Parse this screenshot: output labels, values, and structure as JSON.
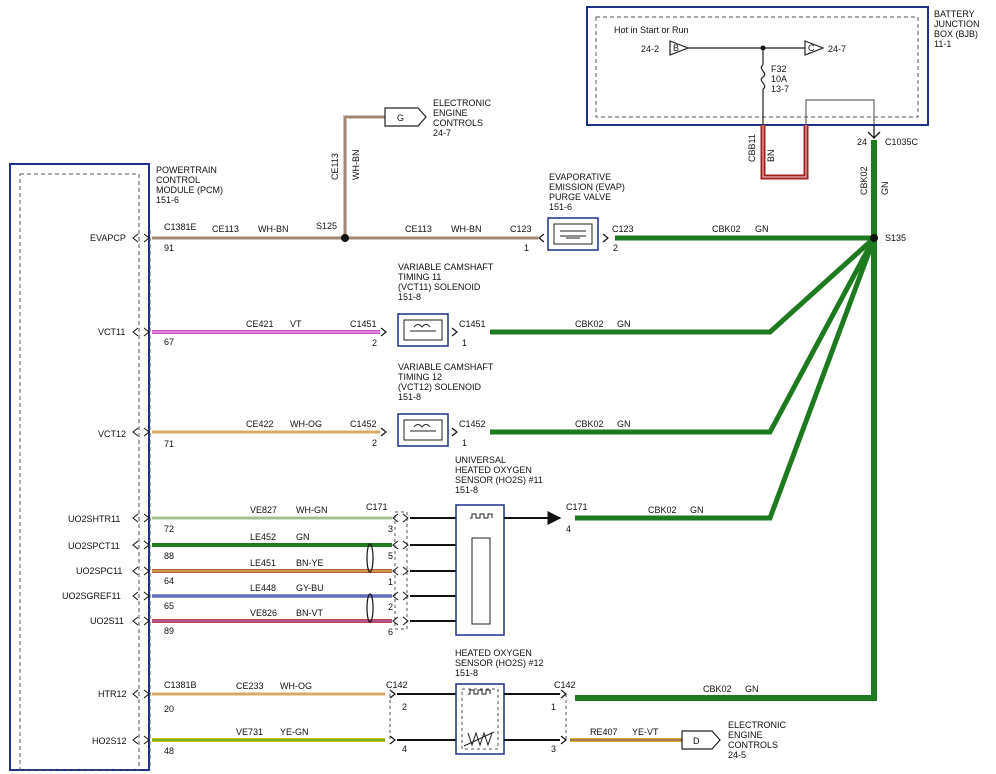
{
  "colors": {
    "frame": "#1c2f8a",
    "wire_wh_bn": "#c9c3bb",
    "wire_vt": "#c64fc8",
    "wire_wh_og": "#ead7b2",
    "wire_wh_gn": "#d8e3cf",
    "wire_gn": "#1e7a1e",
    "wire_bn_ye": "#b55f3a",
    "wire_gy_bu": "#8c92c8",
    "wire_bn_vt": "#c0455a",
    "wire_ye_gn": "#c8cc10",
    "wire_ye_vt": "#d4b020",
    "wire_bn": "#a02020",
    "wire_black": "#111111"
  },
  "bjb": {
    "title": [
      "BATTERY",
      "JUNCTION",
      "BOX (BJB)",
      "11-1"
    ],
    "hot_label": "Hot in Start or Run",
    "in_circuit": "24-2",
    "in_pin": "B",
    "out_pin": "C",
    "out_circuit": "24-7",
    "fuse": [
      "F32",
      "10A",
      "13-7"
    ],
    "connector_pin": "24",
    "connector": "C1035C",
    "wire_cbb11": "CBB11",
    "wire_bn": "BN",
    "wire_cbk02": "CBK02",
    "wire_gn": "GN"
  },
  "eec_top": {
    "title": [
      "ELECTRONIC",
      "ENGINE",
      "CONTROLS",
      "24-7"
    ],
    "pin": "G",
    "wire_circuit": "CE113",
    "wire_color": "WH-BN"
  },
  "eec_bottom": {
    "title": [
      "ELECTRONIC",
      "ENGINE",
      "CONTROLS",
      "24-5"
    ],
    "pin": "D"
  },
  "pcm": {
    "title": [
      "POWERTRAIN",
      "CONTROL",
      "MODULE (PCM)",
      "151-6"
    ],
    "connector_e": "C1381E",
    "connector_b": "C1381B",
    "pins": [
      {
        "name": "EVAPCP",
        "num": "91"
      },
      {
        "name": "VCT11",
        "num": "67"
      },
      {
        "name": "VCT12",
        "num": "71"
      },
      {
        "name": "UO2SHTR11",
        "num": "72"
      },
      {
        "name": "UO2SPCT11",
        "num": "88"
      },
      {
        "name": "UO2SPC11",
        "num": "64"
      },
      {
        "name": "UO2SGREF11",
        "num": "65"
      },
      {
        "name": "UO2S11",
        "num": "89"
      },
      {
        "name": "HTR12",
        "num": "20"
      },
      {
        "name": "HO2S12",
        "num": "48"
      }
    ]
  },
  "evap": {
    "title": [
      "EVAPORATIVE",
      "EMISSION (EVAP)",
      "PURGE VALVE",
      "151-6"
    ],
    "splice": "S125",
    "w1_circuit": "CE113",
    "w1_color": "WH-BN",
    "w2_circuit": "CE113",
    "w2_color": "WH-BN",
    "conn": "C123",
    "pin_in": "1",
    "pin_out": "2",
    "out_circuit": "CBK02",
    "out_color": "GN",
    "s135": "S135"
  },
  "vct11": {
    "title": [
      "VARIABLE CAMSHAFT",
      "TIMING 11",
      "(VCT11) SOLENOID",
      "151-8"
    ],
    "w_circuit": "CE421",
    "w_color": "VT",
    "conn": "C1451",
    "pin_in": "2",
    "pin_out": "1",
    "out_circuit": "CBK02",
    "out_color": "GN"
  },
  "vct12": {
    "title": [
      "VARIABLE CAMSHAFT",
      "TIMING 12",
      "(VCT12) SOLENOID",
      "151-8"
    ],
    "w_circuit": "CE422",
    "w_color": "WH-OG",
    "conn": "C1452",
    "pin_in": "2",
    "pin_out": "1",
    "out_circuit": "CBK02",
    "out_color": "GN"
  },
  "uho2s": {
    "title": [
      "UNIVERSAL",
      "HEATED OXYGEN",
      "SENSOR (HO2S) #11",
      "151-8"
    ],
    "conn": "C171",
    "wires": [
      {
        "circuit": "VE827",
        "color": "WH-GN",
        "pin": "3"
      },
      {
        "circuit": "LE452",
        "color": "GN",
        "pin": "5"
      },
      {
        "circuit": "LE451",
        "color": "BN-YE",
        "pin": "1"
      },
      {
        "circuit": "LE448",
        "color": "GY-BU",
        "pin": "2"
      },
      {
        "circuit": "VE826",
        "color": "BN-VT",
        "pin": "6"
      }
    ],
    "out_pin": "4",
    "out_circuit": "CBK02",
    "out_color": "GN"
  },
  "ho2s": {
    "title": [
      "HEATED OXYGEN",
      "SENSOR (HO2S) #12",
      "151-8"
    ],
    "conn": "C142",
    "w1_circuit": "CE233",
    "w1_color": "WH-OG",
    "w1_pin": "2",
    "w2_circuit": "VE731",
    "w2_color": "YE-GN",
    "w2_pin": "4",
    "out_pin1": "1",
    "out_pin3": "3",
    "out1_circuit": "CBK02",
    "out1_color": "GN",
    "out3_circuit": "RE407",
    "out3_color": "YE-VT"
  }
}
